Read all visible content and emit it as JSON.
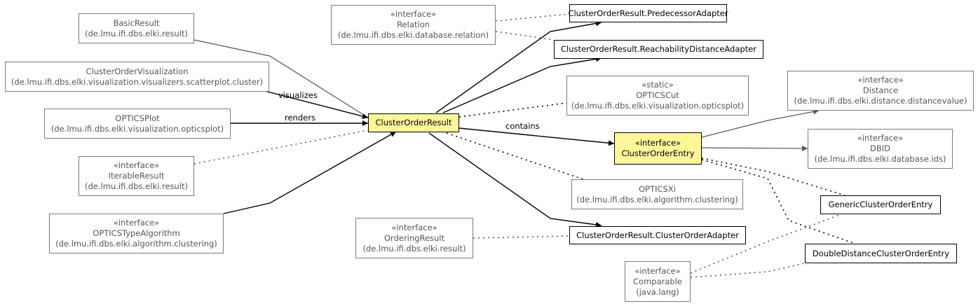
{
  "nodes": {
    "basic_result": {
      "lines": [
        "BasicResult",
        "(de.lmu.ifi.dbs.elki.result)"
      ]
    },
    "cluster_order_visualization": {
      "lines": [
        "ClusterOrderVisualization",
        "(de.lmu.ifi.dbs.elki.visualization.visualizers.scatterplot.cluster)"
      ]
    },
    "optics_plot": {
      "lines": [
        "OPTICSPlot",
        "(de.lmu.ifi.dbs.elki.visualization.opticsplot)"
      ]
    },
    "iterable_result": {
      "lines": [
        "«interface»",
        "IterableResult",
        "(de.lmu.ifi.dbs.elki.result)"
      ]
    },
    "optics_type_algorithm": {
      "lines": [
        "«interface»",
        "OPTICSTypeAlgorithm",
        "(de.lmu.ifi.dbs.elki.algorithm.clustering)"
      ]
    },
    "relation": {
      "lines": [
        "«interface»",
        "Relation",
        "(de.lmu.ifi.dbs.elki.database.relation)"
      ]
    },
    "cluster_order_result": {
      "lines": [
        "ClusterOrderResult"
      ]
    },
    "ordering_result": {
      "lines": [
        "«interface»",
        "OrderingResult",
        "(de.lmu.ifi.dbs.elki.result)"
      ]
    },
    "predecessor_adapter": {
      "lines": [
        "ClusterOrderResult.PredecessorAdapter"
      ]
    },
    "reachability_distance_adapter": {
      "lines": [
        "ClusterOrderResult.ReachabilityDistanceAdapter"
      ]
    },
    "optics_cut": {
      "lines": [
        "«static»",
        "OPTICSCut",
        "(de.lmu.ifi.dbs.elki.visualization.opticsplot)"
      ]
    },
    "cluster_order_entry": {
      "lines": [
        "«interface»",
        "ClusterOrderEntry"
      ]
    },
    "optics_xi": {
      "lines": [
        "OPTICSXi",
        "(de.lmu.ifi.dbs.elki.algorithm.clustering)"
      ]
    },
    "cluster_order_adapter": {
      "lines": [
        "ClusterOrderResult.ClusterOrderAdapter"
      ]
    },
    "distance": {
      "lines": [
        "«interface»",
        "Distance",
        "(de.lmu.ifi.dbs.elki.distance.distancevalue)"
      ]
    },
    "dbid": {
      "lines": [
        "«interface»",
        "DBID",
        "(de.lmu.ifi.dbs.elki.database.ids)"
      ]
    },
    "generic_cluster_order_entry": {
      "lines": [
        "GenericClusterOrderEntry"
      ]
    },
    "double_distance_cluster_order_entry": {
      "lines": [
        "DoubleDistanceClusterOrderEntry"
      ]
    },
    "comparable": {
      "lines": [
        "«interface»",
        "Comparable",
        "(java.lang)"
      ]
    }
  },
  "edge_labels": {
    "visualizes": "visualizes",
    "renders": "renders",
    "contains": "contains"
  },
  "colors": {
    "highlight": "#fff69a",
    "grey_edge": "#555555",
    "black_edge": "#000000"
  }
}
